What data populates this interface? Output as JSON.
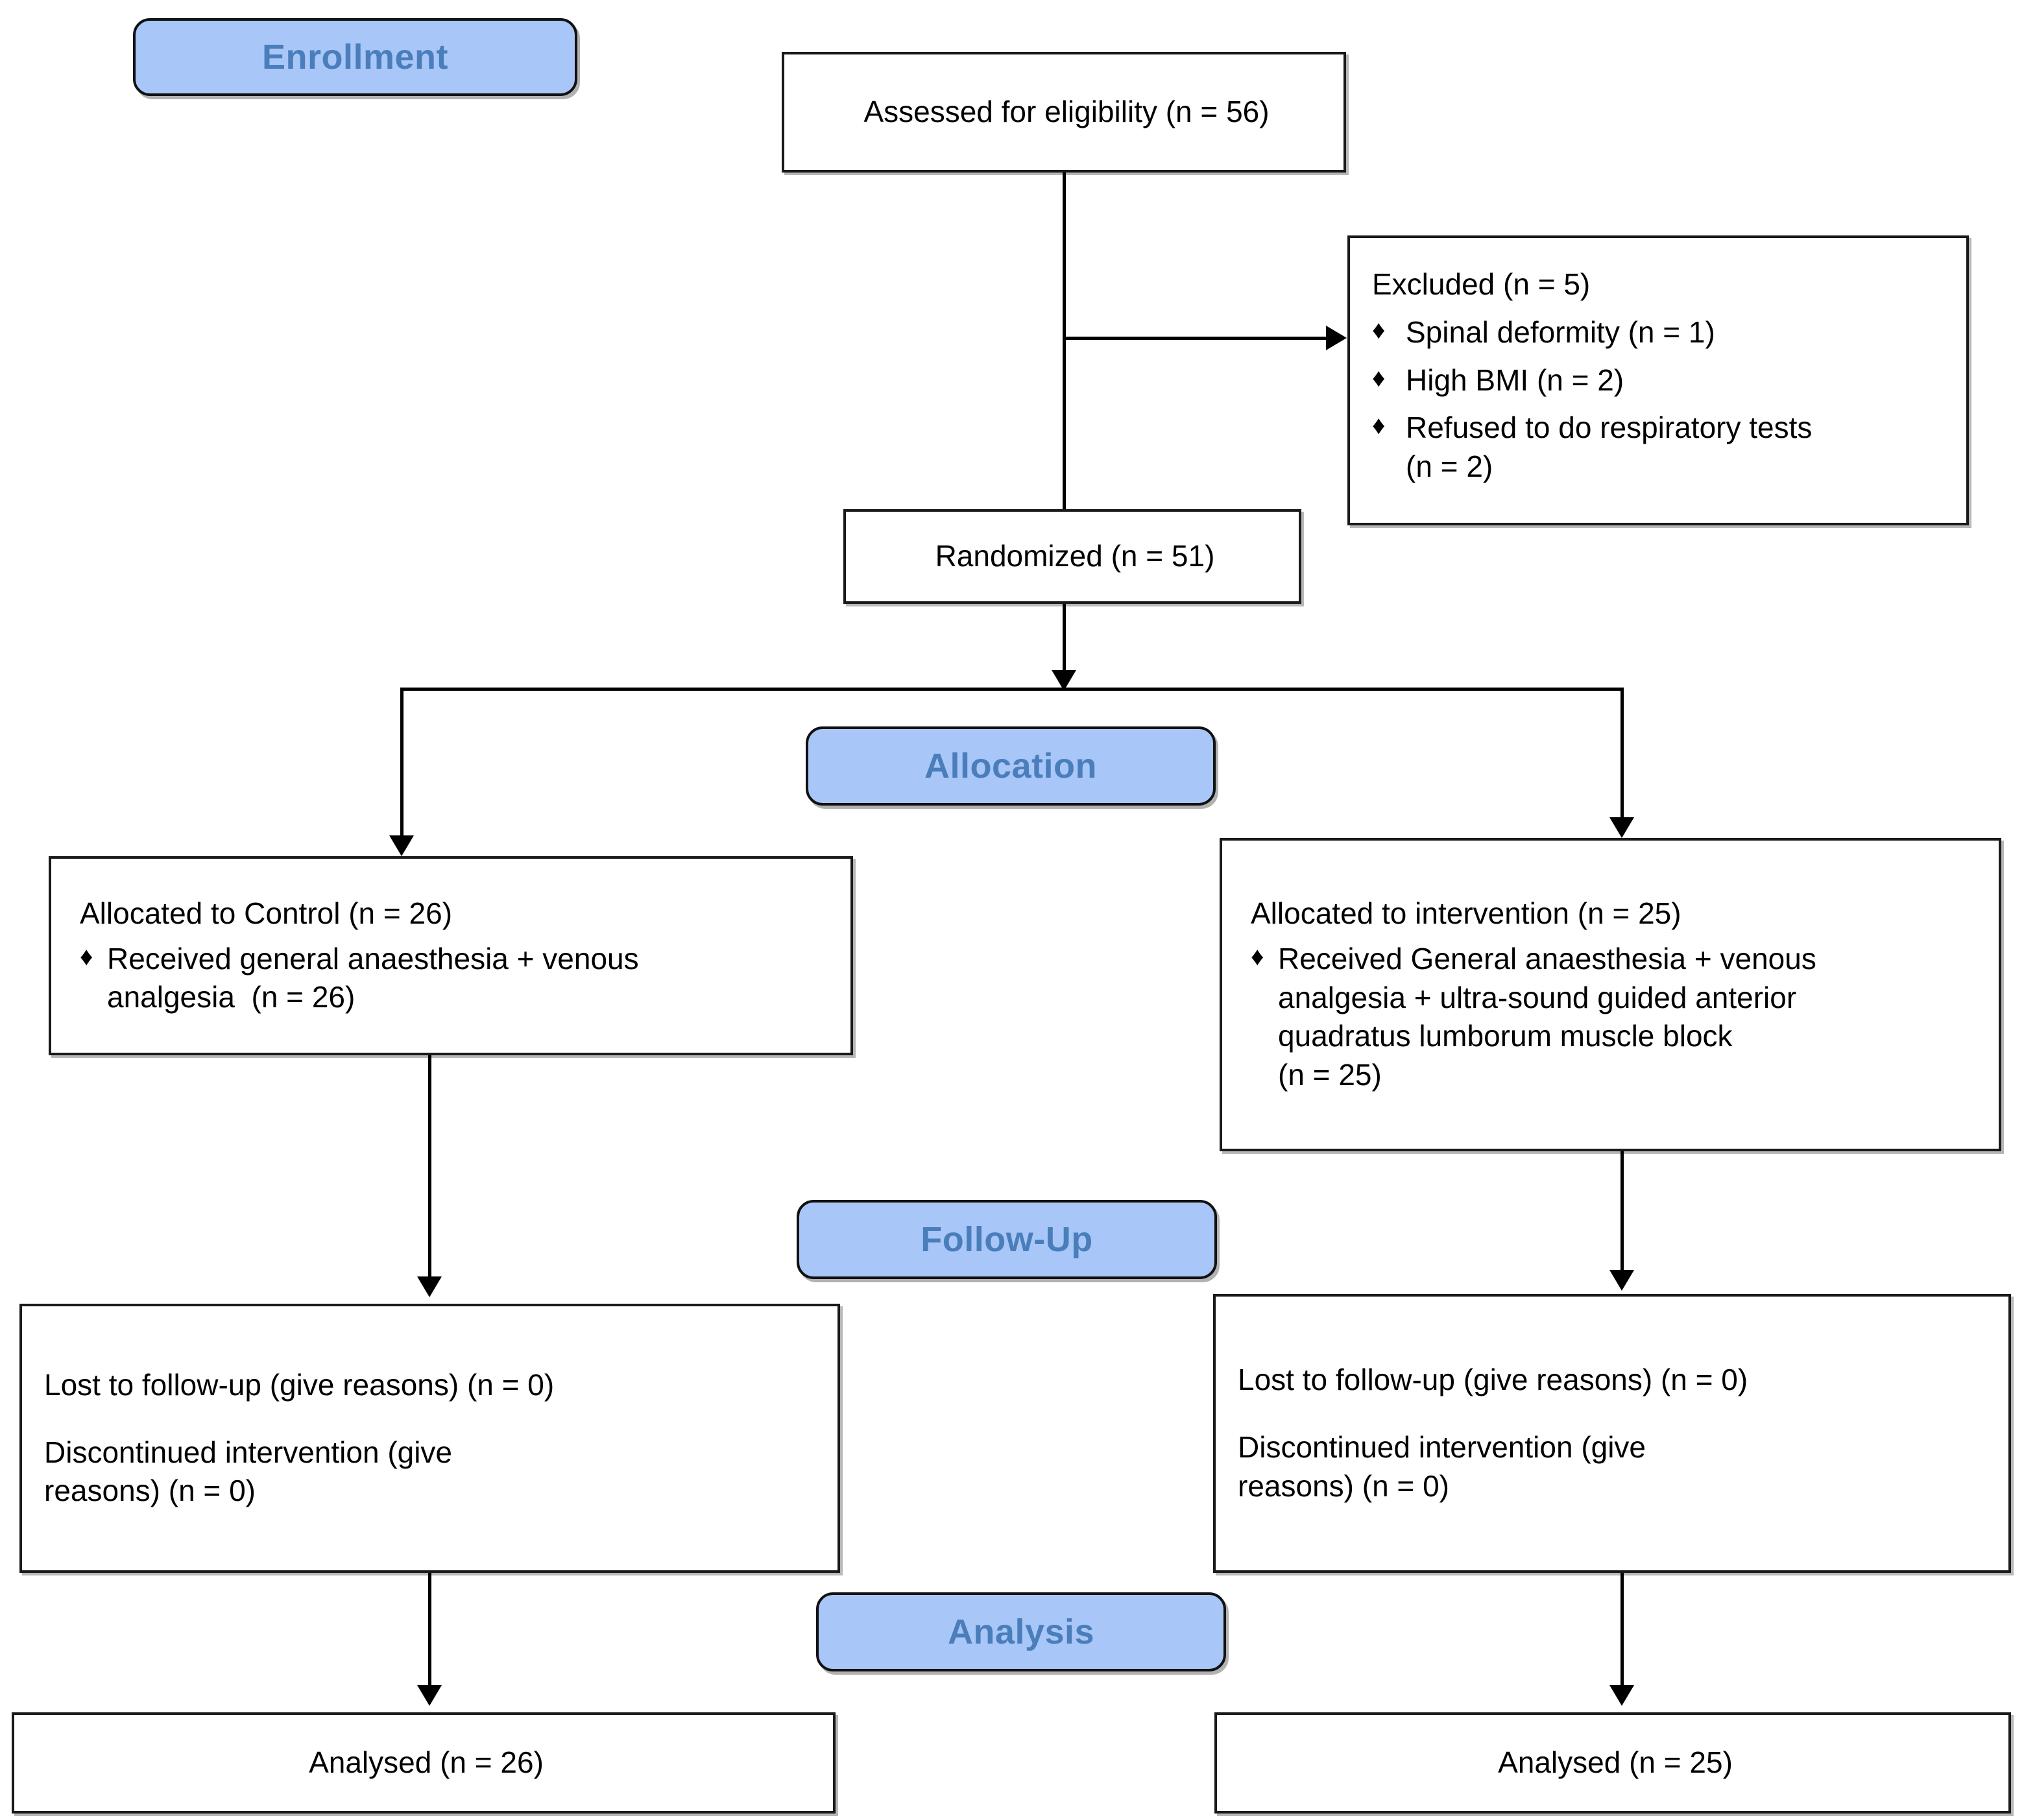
{
  "diagram": {
    "type": "CONSORT participant flow diagram",
    "stages": [
      {
        "key": "enrollment",
        "label": "Enrollment"
      },
      {
        "key": "allocation",
        "label": "Allocation"
      },
      {
        "key": "followup",
        "label": "Follow-Up"
      },
      {
        "key": "analysis",
        "label": "Analysis"
      }
    ],
    "colors": {
      "stage_fill": "#a8c6f7",
      "stage_text": "#4a7ebb",
      "box_border": "#1a1a1a",
      "box_fill": "#ffffff",
      "connector": "#000000"
    },
    "bullet_glyph": "♦",
    "nodes": {
      "assessed": {
        "text": "Assessed for eligibility (n = 56)"
      },
      "excluded": {
        "title": "Excluded (n = 5)",
        "items": [
          "Spinal deformity (n = 1)",
          "High BMI (n = 2)",
          "Refused to do respiratory tests\n(n = 2)"
        ]
      },
      "randomized": {
        "text": "Randomized (n = 51)"
      },
      "allocated_control": {
        "title": "Allocated to Control (n = 26)",
        "items": [
          "Received general anaesthesia + venous\nanalgesia  (n = 26)"
        ]
      },
      "allocated_intervention": {
        "title": "Allocated to intervention (n = 25)",
        "items": [
          "Received General anaesthesia + venous\nanalgesia + ultra-sound guided anterior\nquadratus lumborum muscle block\n(n = 25)"
        ]
      },
      "followup_left": {
        "line1": "Lost to follow-up (give reasons) (n = 0)",
        "line2": "Discontinued intervention (give\nreasons) (n = 0)"
      },
      "followup_right": {
        "line1": "Lost to follow-up (give reasons) (n = 0)",
        "line2": "Discontinued intervention (give\nreasons) (n = 0)"
      },
      "analysed_left": {
        "text": "Analysed (n = 26)"
      },
      "analysed_right": {
        "text": "Analysed (n = 25)"
      }
    }
  }
}
